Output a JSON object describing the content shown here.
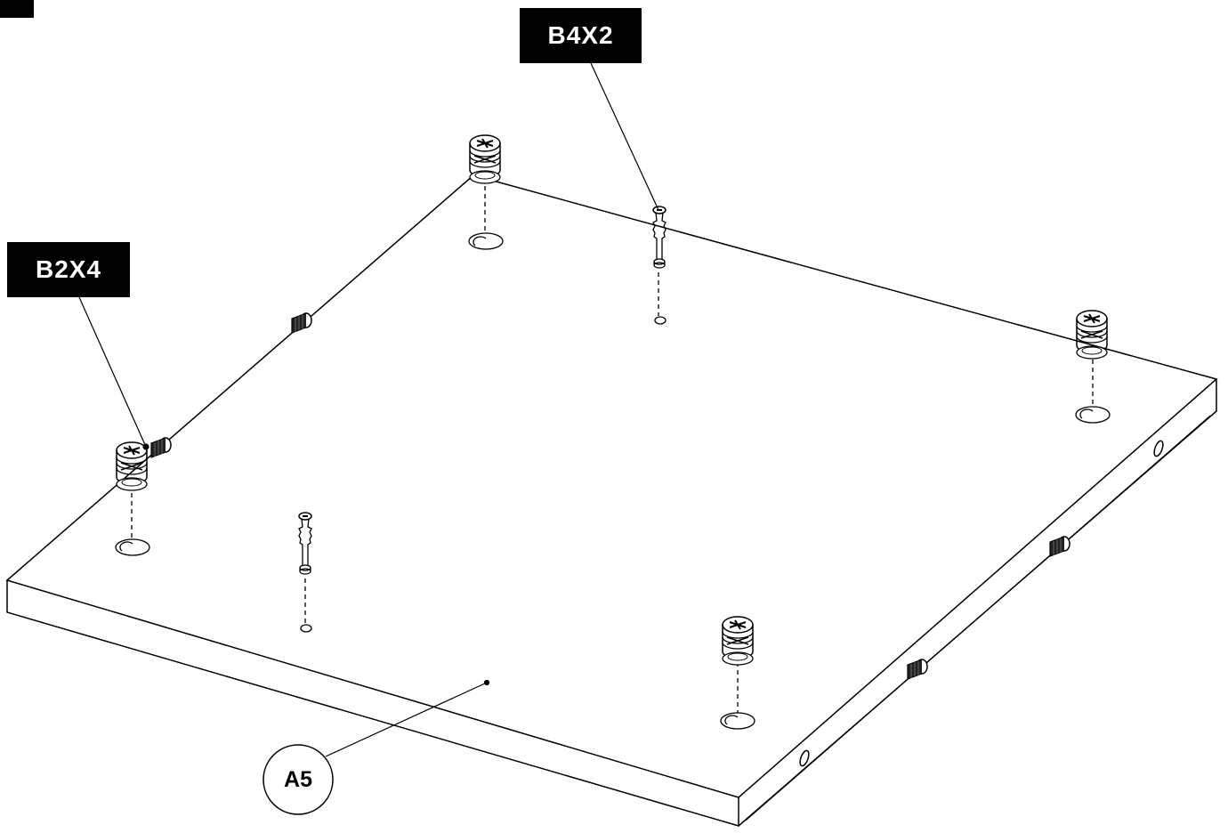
{
  "callouts": {
    "hardware_1": "B2X4",
    "hardware_2": "B4X2",
    "part": "A5"
  },
  "colors": {
    "line": "#000000",
    "background": "#ffffff",
    "label_bg": "#000000",
    "label_text": "#ffffff"
  }
}
